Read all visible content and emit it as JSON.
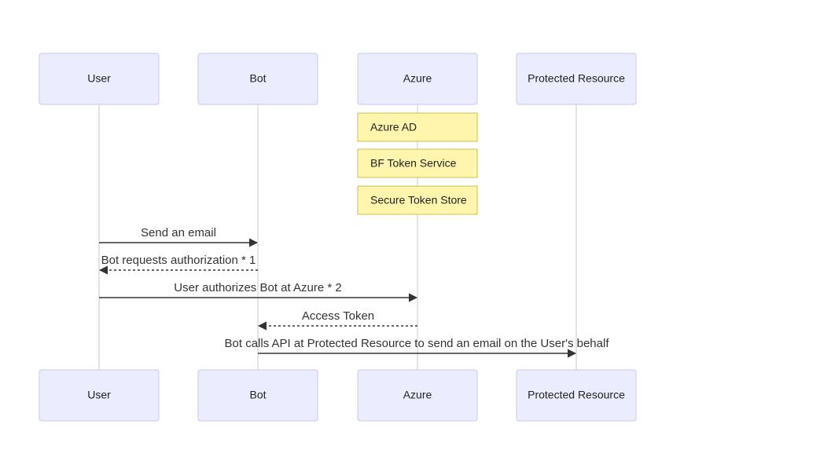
{
  "participants": [
    {
      "id": "user",
      "label": "User"
    },
    {
      "id": "bot",
      "label": "Bot"
    },
    {
      "id": "azure",
      "label": "Azure"
    },
    {
      "id": "resource",
      "label": "Protected Resource"
    }
  ],
  "notes": [
    {
      "label": "Azure AD"
    },
    {
      "label": "BF Token Service"
    },
    {
      "label": "Secure Token Store"
    }
  ],
  "messages": [
    {
      "from": "user",
      "to": "bot",
      "label": "Send an email",
      "style": "solid"
    },
    {
      "from": "bot",
      "to": "user",
      "label": "Bot requests authorization * 1",
      "style": "dashed"
    },
    {
      "from": "user",
      "to": "azure",
      "label": "User authorizes Bot at Azure * 2",
      "style": "solid"
    },
    {
      "from": "azure",
      "to": "bot",
      "label": "Access Token",
      "style": "dashed"
    },
    {
      "from": "bot",
      "to": "resource",
      "label": "Bot calls API at Protected Resource to send an email on the User's behalf",
      "style": "solid"
    }
  ],
  "colors": {
    "actor_fill": "#ececff",
    "actor_stroke": "#c8c8f0",
    "note_fill": "#fff5ad",
    "note_stroke": "#c8c050",
    "line": "#333333"
  }
}
